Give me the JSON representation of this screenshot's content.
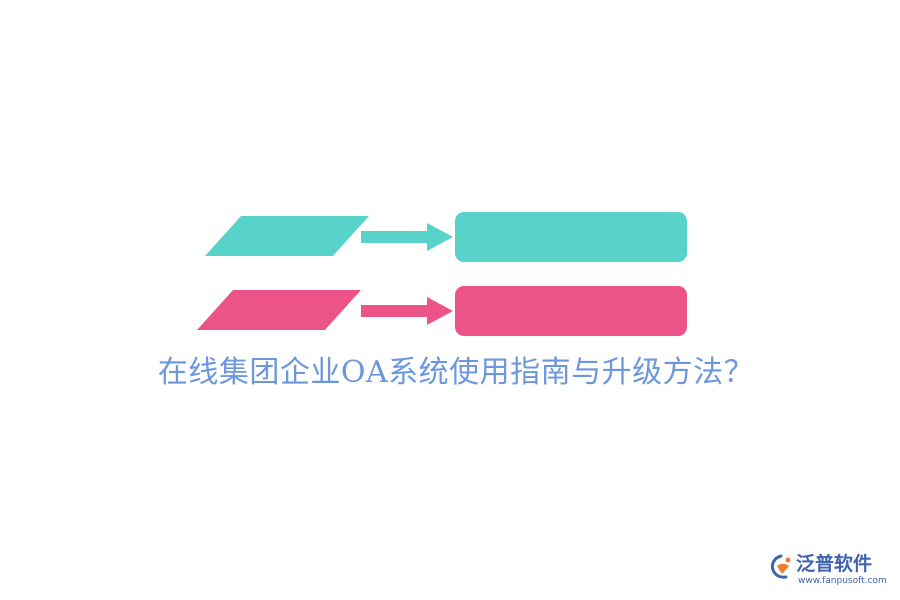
{
  "caption": {
    "text": "在线集团企业OA系统使用指南与升级方法？",
    "color": "#6d97dd"
  },
  "colors": {
    "teal": "#57d3c9",
    "pink": "#ec5388"
  },
  "logo": {
    "name": "泛普软件",
    "url": "www.fanpusoft.com",
    "icon": "fanpu-logo-icon",
    "text_color": "#3f63ad",
    "accent": "#ee7d2f"
  }
}
